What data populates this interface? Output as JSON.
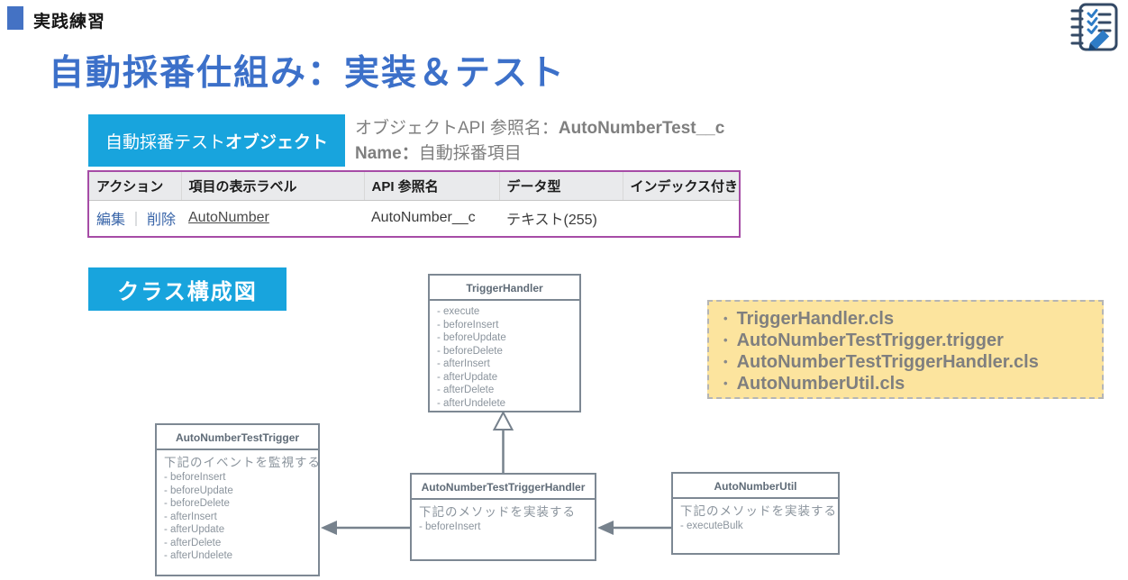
{
  "page": {
    "kicker": "実践練習",
    "title": "自動採番仕組み：実装＆テスト"
  },
  "icons": {
    "header_icon": "notebook-checklist"
  },
  "object_section": {
    "label_regular": "自動採番テスト",
    "label_bold": "オブジェクト",
    "api_label": "オブジェクトAPI 参照名：",
    "api_value": "AutoNumberTest__c",
    "name_label": "Name：",
    "name_value": "自動採番項目"
  },
  "field_table": {
    "headers": [
      "アクション",
      "項目の表示ラベル",
      "API 参照名",
      "データ型",
      "インデックス付き"
    ],
    "row": {
      "action_edit": "編集",
      "action_sep": "｜",
      "action_delete": "削除",
      "label": "AutoNumber",
      "api_name": "AutoNumber__c",
      "data_type": "テキスト(255)",
      "indexed": ""
    }
  },
  "diagram": {
    "section_label": "クラス構成図",
    "classes": {
      "trigger_handler": {
        "title": "TriggerHandler",
        "methods": [
          "- execute",
          "- beforeInsert",
          "- beforeUpdate",
          "- beforeDelete",
          "- afterInsert",
          "- afterUpdate",
          "- afterDelete",
          "- afterUndelete"
        ]
      },
      "test_trigger": {
        "title": "AutoNumberTestTrigger",
        "note": "下記のイベントを監視する",
        "methods": [
          "- beforeInsert",
          "- beforeUpdate",
          "- beforeDelete",
          "- afterInsert",
          "- afterUpdate",
          "- afterDelete",
          "- afterUndelete"
        ]
      },
      "test_trigger_handler": {
        "title": "AutoNumberTestTriggerHandler",
        "note": "下記のメソッドを実装する",
        "methods": [
          "- beforeInsert"
        ]
      },
      "util": {
        "title": "AutoNumberUtil",
        "note": "下記のメソッドを実装する",
        "methods": [
          "- executeBulk"
        ]
      }
    }
  },
  "files_box": {
    "items": [
      "TriggerHandler.cls",
      "AutoNumberTestTrigger.trigger",
      "AutoNumberTestTriggerHandler.cls",
      "AutoNumberUtil.cls"
    ]
  },
  "colors": {
    "accent_cyan": "#18a4dd",
    "title_blue": "#3c70c9",
    "kicker_square_blue": "#4472c4",
    "table_border_magenta": "#a64ca6",
    "link_blue": "#3a66a9",
    "files_box_bg": "#fce49e",
    "gray_text": "#7f7f7f",
    "diagram_gray": "#7d8893"
  }
}
